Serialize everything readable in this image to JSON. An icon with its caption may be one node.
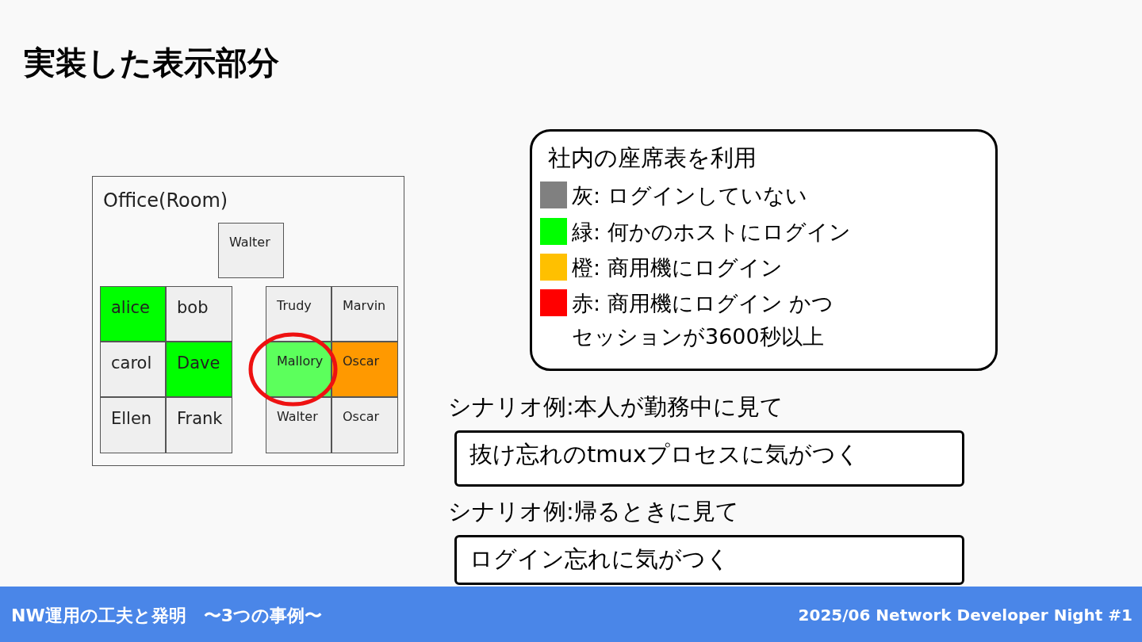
{
  "diagram": {
    "title": "実装した表示部分",
    "nodes": [
      {
        "text": [
          "Office(Room)"
        ]
      },
      {
        "text": [
          "Walter"
        ],
        "in": 0
      },
      {
        "text": [
          "alice"
        ],
        "in": 0
      },
      {
        "text": [
          "bob"
        ],
        "in": 0
      },
      {
        "text": [
          "carol"
        ],
        "in": 0
      },
      {
        "text": [
          "Dave"
        ],
        "in": 0
      },
      {
        "text": [
          "Ellen"
        ],
        "in": 0
      },
      {
        "text": [
          "Frank"
        ],
        "in": 0
      },
      {
        "text": [
          "Trudy"
        ],
        "in": 0
      },
      {
        "text": [
          "Marvin"
        ],
        "in": 0
      },
      {
        "text": [
          "Mallory"
        ],
        "in": 0
      },
      {
        "text": [
          "Oscar"
        ],
        "in": 0
      },
      {
        "text": [
          "Walter"
        ],
        "in": 0
      },
      {
        "text": [
          "Oscar"
        ],
        "in": 0
      },
      {
        "text": [
          "社内の座席表を利用"
        ]
      },
      {
        "text": [
          "抜け忘れのtmuxプロセスに気がつく"
        ]
      },
      {
        "text": [
          "ログイン忘れに気がつく"
        ]
      }
    ],
    "edges": [],
    "labels": [
      "シナリオ例:本人が勤務中に見て",
      "シナリオ例:帰るときに見て",
      "NW運用の工夫と発明　〜3つの事例〜",
      "2025/06 Network Developer Night #1"
    ],
    "legend": [
      {
        "text": "灰: ログインしていない",
        "color": "#808080"
      },
      {
        "text": "緑: 何かのホストにログイン",
        "color": "#00ff00"
      },
      {
        "text": "橙: 商用機にログイン",
        "color": "#ffc000"
      },
      {
        "text": "赤: 商用機にログイン かつセッションが3600秒以上",
        "color": "#ff0000"
      }
    ]
  }
}
